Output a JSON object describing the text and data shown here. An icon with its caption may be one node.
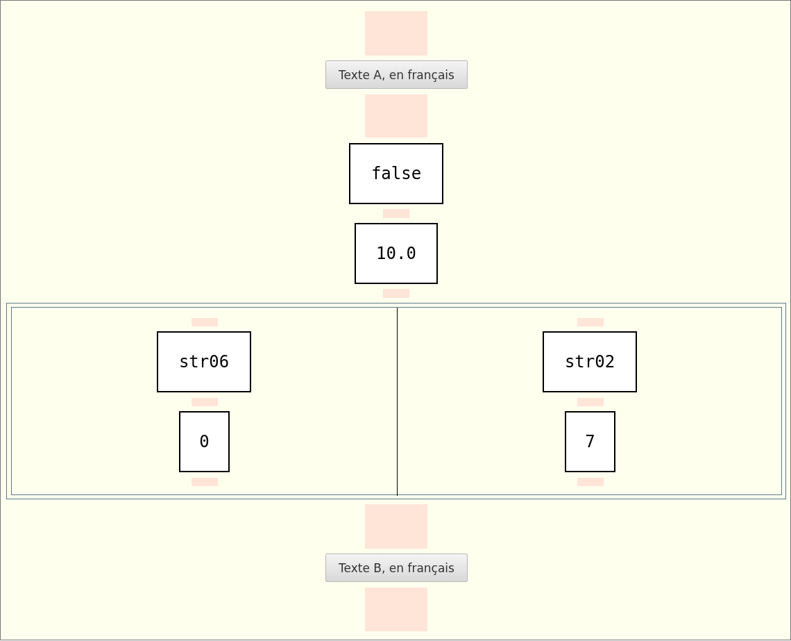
{
  "diagram": {
    "nodes": [
      {
        "text": [],
        "shape": "bar"
      },
      {
        "text": [
          "Texte A, en français"
        ]
      },
      {
        "text": [],
        "shape": "bar"
      },
      {
        "text": [
          "false"
        ]
      },
      {
        "text": [],
        "shape": "bar"
      },
      {
        "text": [
          "10.0"
        ]
      },
      {
        "text": [],
        "shape": "bar"
      },
      {
        "text": [],
        "shape": "box"
      },
      {
        "text": [],
        "shape": "box",
        "in": 7
      },
      {
        "text": [],
        "shape": "bar",
        "in": 8
      },
      {
        "text": [
          "str06"
        ],
        "in": 8
      },
      {
        "text": [],
        "shape": "bar",
        "in": 8
      },
      {
        "text": [
          "0"
        ],
        "in": 8
      },
      {
        "text": [],
        "shape": "bar",
        "in": 8
      },
      {
        "text": [],
        "shape": "box",
        "in": 7
      },
      {
        "text": [],
        "shape": "bar",
        "in": 14
      },
      {
        "text": [
          "str02"
        ],
        "in": 14
      },
      {
        "text": [],
        "shape": "bar",
        "in": 14
      },
      {
        "text": [
          "7"
        ],
        "in": 14
      },
      {
        "text": [],
        "shape": "bar",
        "in": 14
      },
      {
        "text": [],
        "shape": "bar"
      },
      {
        "text": [
          "Texte B, en français"
        ]
      },
      {
        "text": [],
        "shape": "bar"
      }
    ]
  }
}
